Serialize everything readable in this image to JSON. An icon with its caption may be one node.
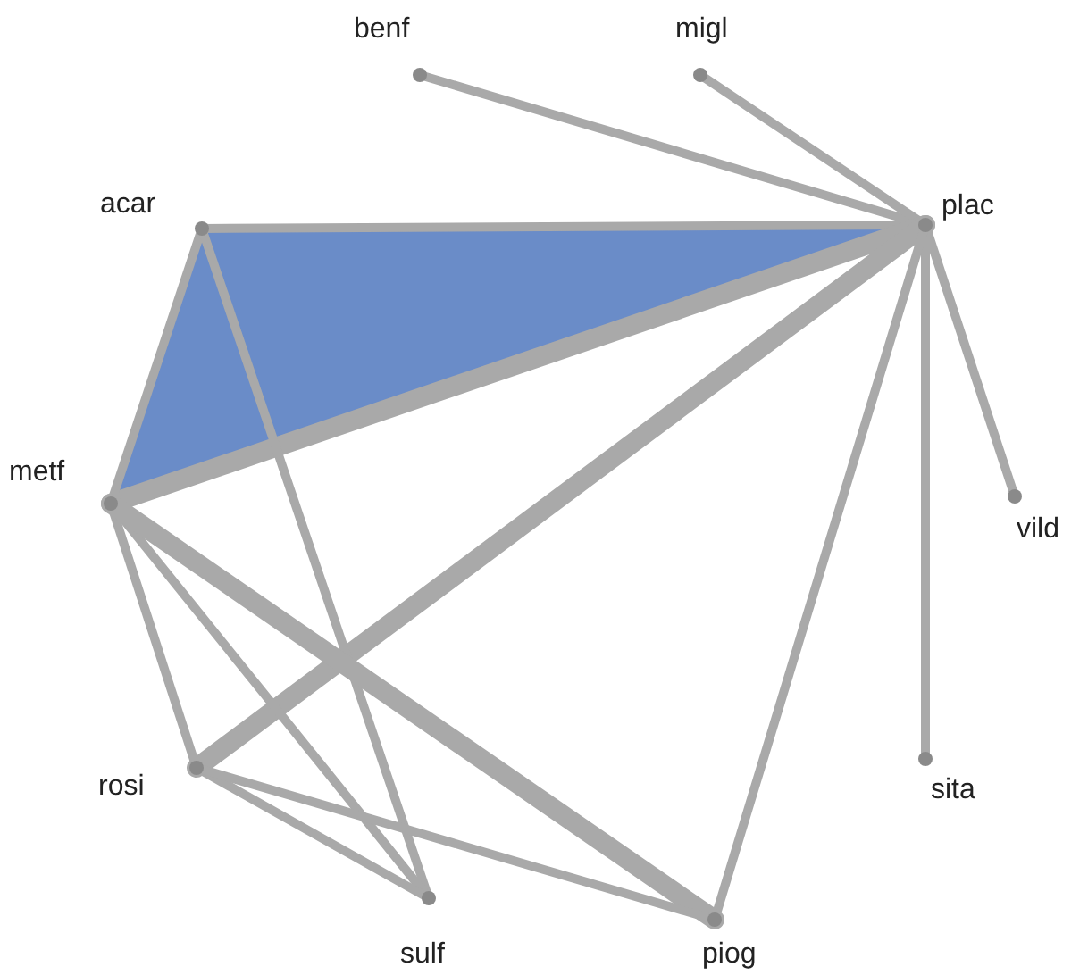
{
  "diagram": {
    "nodes": [
      {
        "text": [
          "benf"
        ]
      },
      {
        "text": [
          "migl"
        ]
      },
      {
        "text": [
          "acar"
        ]
      },
      {
        "text": [
          "plac"
        ]
      },
      {
        "text": [
          "metf"
        ]
      },
      {
        "text": [
          "vild"
        ]
      },
      {
        "text": [
          "rosi"
        ]
      },
      {
        "text": [
          "sita"
        ]
      },
      {
        "text": [
          "sulf"
        ]
      },
      {
        "text": [
          "piog"
        ]
      }
    ],
    "edges": [
      {
        "from": 3,
        "to": 0,
        "arrow": "none"
      },
      {
        "from": 3,
        "to": 1,
        "arrow": "none"
      },
      {
        "from": 3,
        "to": 2,
        "arrow": "none"
      },
      {
        "from": 3,
        "to": 4,
        "arrow": "none",
        "style": "thick"
      },
      {
        "from": 3,
        "to": 5,
        "arrow": "none"
      },
      {
        "from": 3,
        "to": 6,
        "arrow": "none",
        "style": "thick"
      },
      {
        "from": 3,
        "to": 7,
        "arrow": "none"
      },
      {
        "from": 3,
        "to": 9,
        "arrow": "none"
      },
      {
        "from": 2,
        "to": 4,
        "arrow": "none"
      },
      {
        "from": 2,
        "to": 8,
        "arrow": "none"
      },
      {
        "from": 4,
        "to": 6,
        "arrow": "none"
      },
      {
        "from": 4,
        "to": 8,
        "arrow": "none"
      },
      {
        "from": 4,
        "to": 9,
        "arrow": "none",
        "style": "thick"
      },
      {
        "from": 6,
        "to": 8,
        "arrow": "none"
      },
      {
        "from": 6,
        "to": 9,
        "arrow": "none"
      }
    ]
  }
}
